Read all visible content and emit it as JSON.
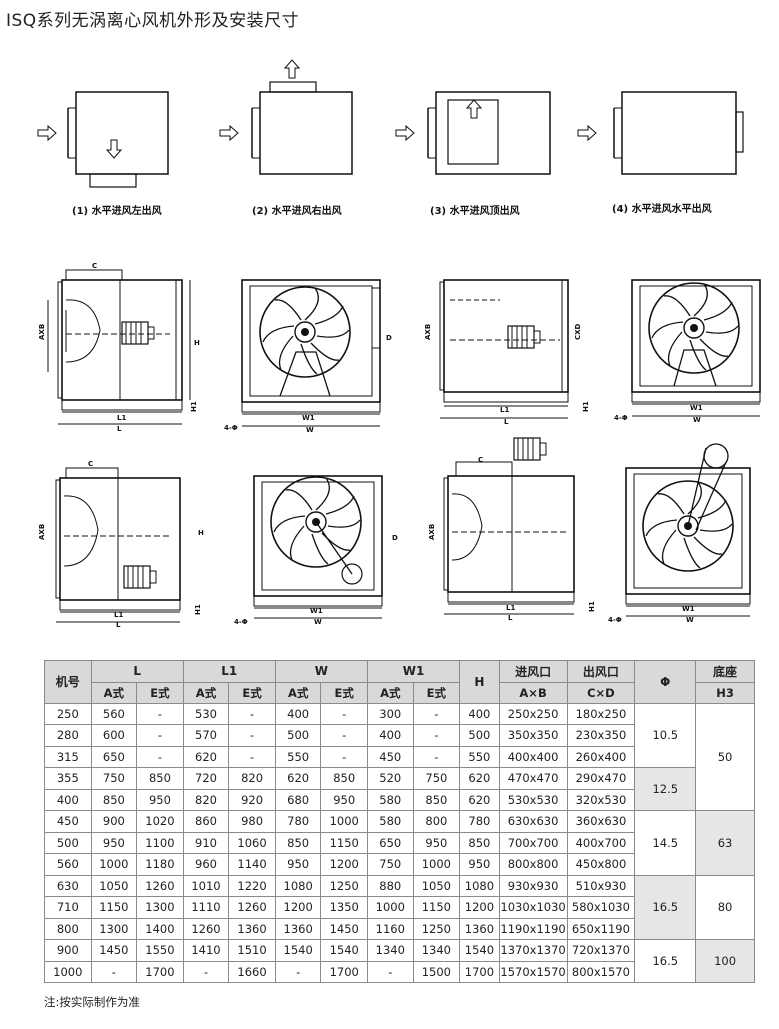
{
  "page": {
    "title": "ISQ系列无涡离心风机外形及安装尺寸",
    "note": "注:按实际制作为准"
  },
  "captions": [
    "(1) 水平进风左出风",
    "(2) 水平进风右出风",
    "(3) 水平进风顶出风",
    "(4) 水平进风水平出风"
  ],
  "dim_labels": {
    "C": "C",
    "L1": "L1",
    "L": "L",
    "W1": "W1",
    "W": "W",
    "H": "H",
    "H1": "H1",
    "D": "D",
    "AXB": "AXB",
    "CXD": "CXD",
    "foot": "4-Φ"
  },
  "table": {
    "headers": {
      "model": "机号",
      "L": "L",
      "L1": "L1",
      "W": "W",
      "W1": "W1",
      "H": "H",
      "inlet": "进风口",
      "outlet": "出风口",
      "phi": "Φ",
      "base": "底座",
      "A": "A式",
      "E": "E式",
      "AxB": "A×B",
      "CxD": "C×D",
      "H3": "H3"
    },
    "rows": [
      [
        "250",
        "560",
        "-",
        "530",
        "-",
        "400",
        "-",
        "300",
        "-",
        "400",
        "250x250",
        "180x250"
      ],
      [
        "280",
        "600",
        "-",
        "570",
        "-",
        "500",
        "-",
        "400",
        "-",
        "500",
        "350x350",
        "230x350"
      ],
      [
        "315",
        "650",
        "-",
        "620",
        "-",
        "550",
        "-",
        "450",
        "-",
        "550",
        "400x400",
        "260x400"
      ],
      [
        "355",
        "750",
        "850",
        "720",
        "820",
        "620",
        "850",
        "520",
        "750",
        "620",
        "470x470",
        "290x470"
      ],
      [
        "400",
        "850",
        "950",
        "820",
        "920",
        "680",
        "950",
        "580",
        "850",
        "620",
        "530x530",
        "320x530"
      ],
      [
        "450",
        "900",
        "1020",
        "860",
        "980",
        "780",
        "1000",
        "580",
        "800",
        "780",
        "630x630",
        "360x630"
      ],
      [
        "500",
        "950",
        "1100",
        "910",
        "1060",
        "850",
        "1150",
        "650",
        "950",
        "850",
        "700x700",
        "400x700"
      ],
      [
        "560",
        "1000",
        "1180",
        "960",
        "1140",
        "950",
        "1200",
        "750",
        "1000",
        "950",
        "800x800",
        "450x800"
      ],
      [
        "630",
        "1050",
        "1260",
        "1010",
        "1220",
        "1080",
        "1250",
        "880",
        "1050",
        "1080",
        "930x930",
        "510x930"
      ],
      [
        "710",
        "1150",
        "1300",
        "1110",
        "1260",
        "1200",
        "1350",
        "1000",
        "1150",
        "1200",
        "1030x1030",
        "580x1030"
      ],
      [
        "800",
        "1300",
        "1400",
        "1260",
        "1360",
        "1360",
        "1450",
        "1160",
        "1250",
        "1360",
        "1190x1190",
        "650x1190"
      ],
      [
        "900",
        "1450",
        "1550",
        "1410",
        "1510",
        "1540",
        "1540",
        "1340",
        "1340",
        "1540",
        "1370x1370",
        "720x1370"
      ],
      [
        "1000",
        "-",
        "1700",
        "-",
        "1660",
        "-",
        "1700",
        "-",
        "1500",
        "1700",
        "1570x1570",
        "800x1570"
      ]
    ],
    "phi_groups": [
      "10.5",
      "12.5",
      "14.5",
      "16.5",
      "16.5"
    ],
    "base_groups": [
      "50",
      "63",
      "80",
      "100"
    ]
  }
}
